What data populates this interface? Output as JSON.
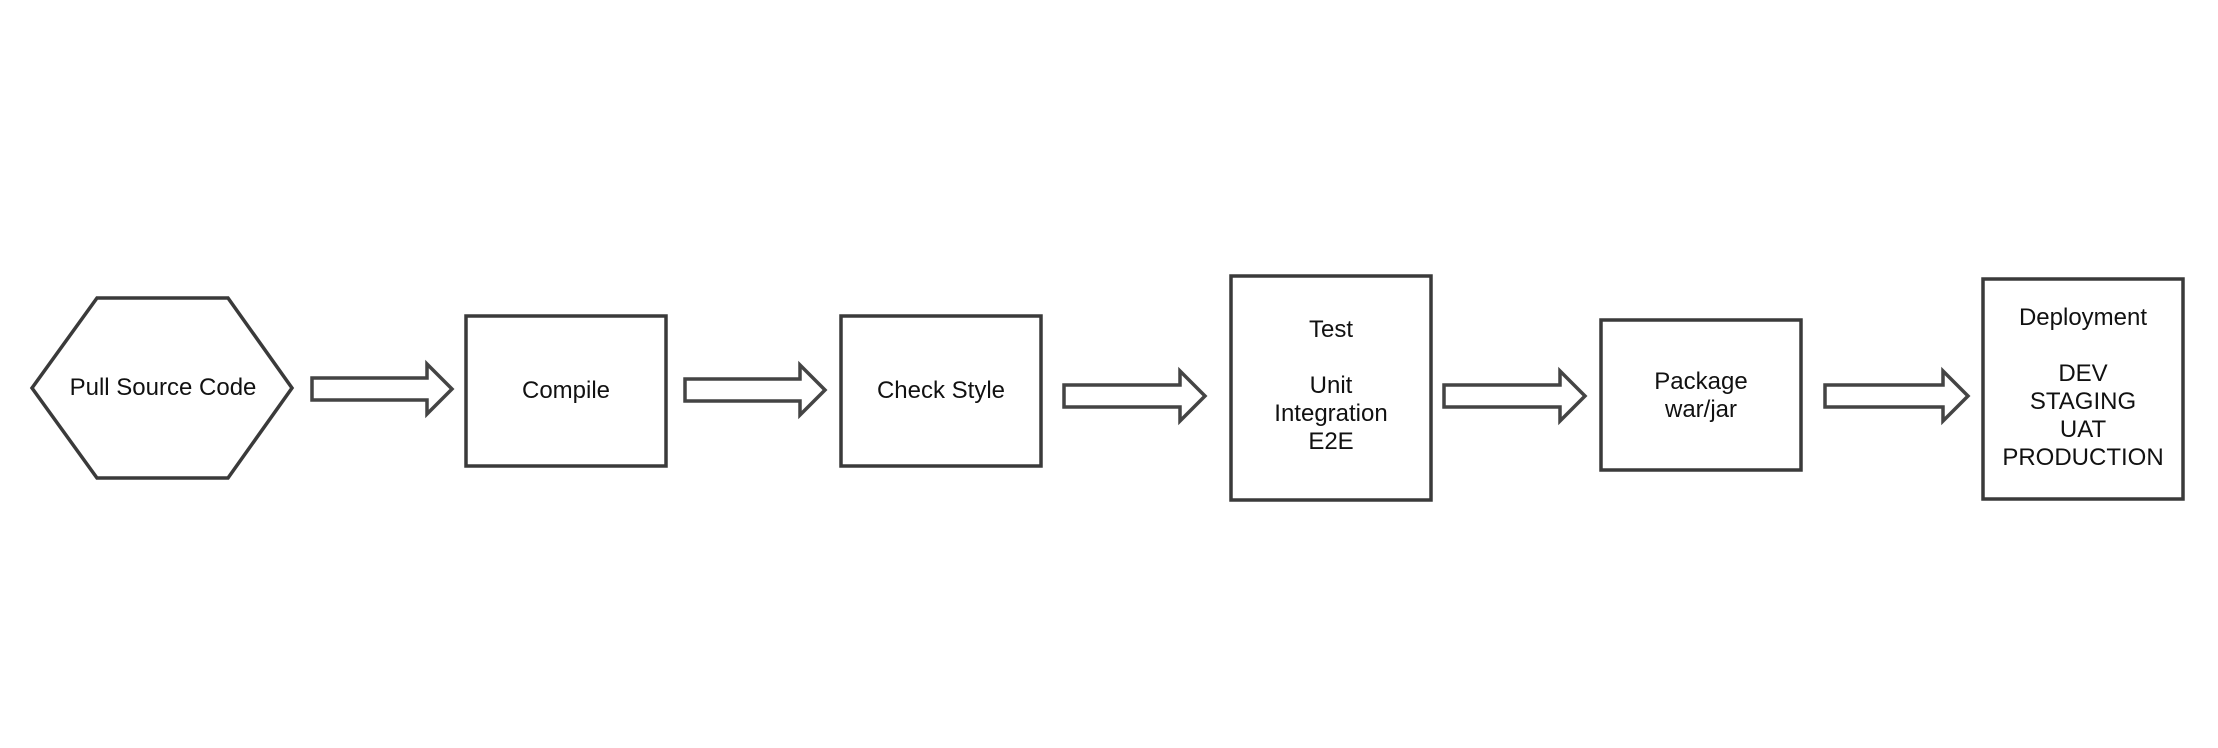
{
  "diagram": {
    "nodes": [
      {
        "id": "pull-source-code",
        "shape": "hexagon",
        "title": "Pull Source Code",
        "items": []
      },
      {
        "id": "compile",
        "shape": "rectangle",
        "title": "Compile",
        "items": []
      },
      {
        "id": "check-style",
        "shape": "rectangle",
        "title": "Check Style",
        "items": []
      },
      {
        "id": "test",
        "shape": "rectangle",
        "title": "Test",
        "items": [
          "Unit",
          "Integration",
          "E2E"
        ]
      },
      {
        "id": "package",
        "shape": "rectangle",
        "title": "Package",
        "items": [
          "war/jar"
        ]
      },
      {
        "id": "deployment",
        "shape": "rectangle",
        "title": "Deployment",
        "items": [
          "DEV",
          "STAGING",
          "UAT",
          "PRODUCTION"
        ]
      }
    ],
    "edges": [
      {
        "from": "pull-source-code",
        "to": "compile"
      },
      {
        "from": "compile",
        "to": "check-style"
      },
      {
        "from": "check-style",
        "to": "test"
      },
      {
        "from": "test",
        "to": "package"
      },
      {
        "from": "package",
        "to": "deployment"
      }
    ],
    "colors": {
      "stroke": "#3a3a3a",
      "fill": "#ffffff",
      "text": "#111111"
    }
  }
}
